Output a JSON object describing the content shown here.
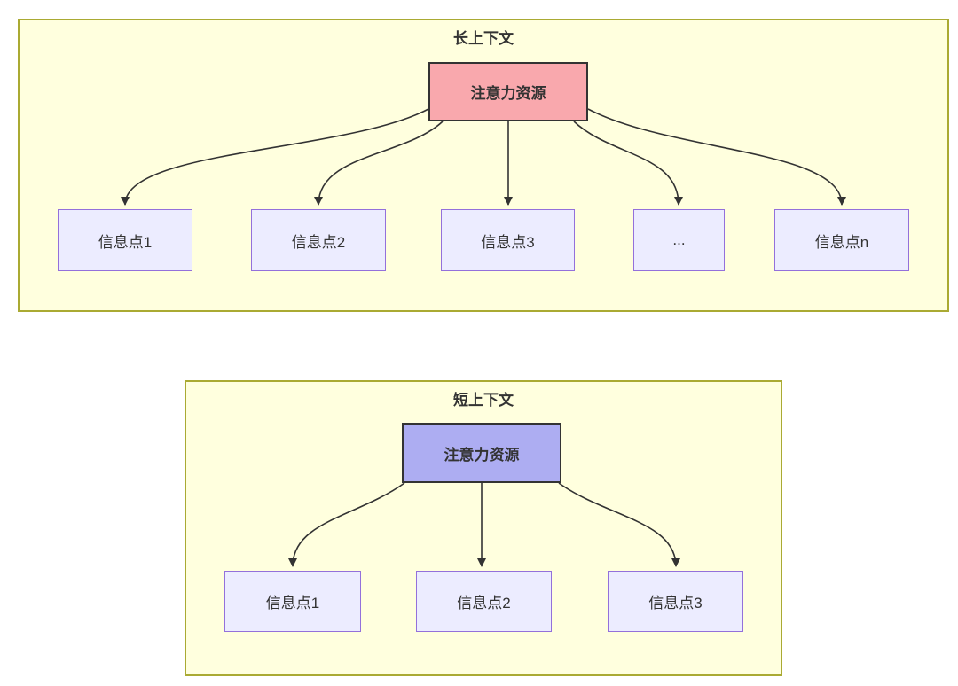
{
  "diagram": {
    "long_context": {
      "title": "长上下文",
      "source": {
        "label": "注意力资源"
      },
      "targets": [
        {
          "label": "信息点1"
        },
        {
          "label": "信息点2"
        },
        {
          "label": "信息点3"
        },
        {
          "label": "..."
        },
        {
          "label": "信息点n"
        }
      ]
    },
    "short_context": {
      "title": "短上下文",
      "source": {
        "label": "注意力资源"
      },
      "targets": [
        {
          "label": "信息点1"
        },
        {
          "label": "信息点2"
        },
        {
          "label": "信息点3"
        }
      ]
    },
    "colors": {
      "container_fill": "#FFFFDE",
      "container_border": "#AAAA33",
      "long_source_fill": "#F9A8AD",
      "short_source_fill": "#ADADF2",
      "info_node_fill": "#ECECFF",
      "info_node_border": "#9370DB",
      "arrow": "#333333"
    }
  }
}
